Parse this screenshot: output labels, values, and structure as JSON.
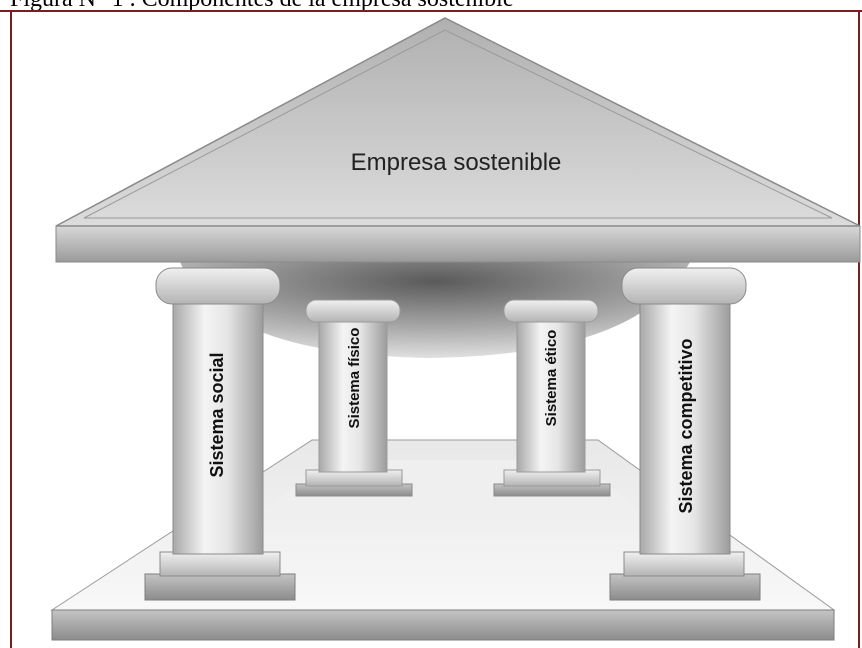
{
  "caption": "Figura N° 1 . Componentes de la empresa sostenible",
  "pediment": {
    "title": "Empresa sostenible"
  },
  "pillars": [
    {
      "label": "Sistema social"
    },
    {
      "label": "Sistema físico"
    },
    {
      "label": "Sistema ético"
    },
    {
      "label": "Sistema competitivo"
    }
  ],
  "colors": {
    "frame": "#7a1f1f",
    "stone_light": "#f2f2f2",
    "stone_mid": "#c8c8c8",
    "stone_dark": "#8a8a8a"
  }
}
